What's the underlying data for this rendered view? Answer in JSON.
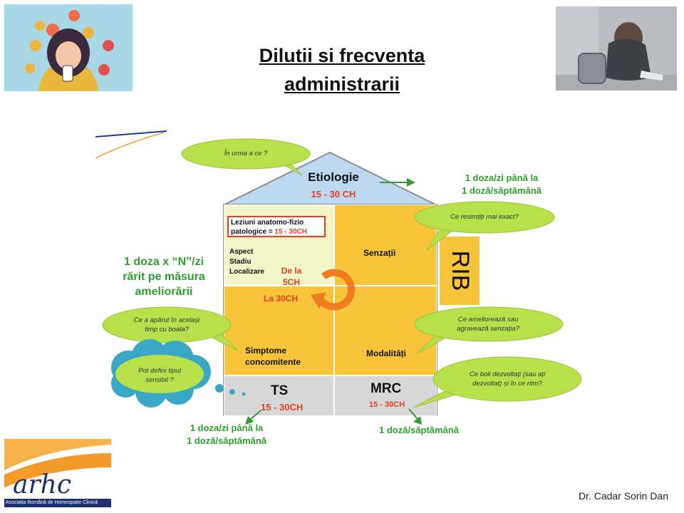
{
  "title": {
    "line1": "Dilutii si frecventa",
    "line2": "administrarii"
  },
  "roof": {
    "label": "Etiologie",
    "dose": "15 - 30 CH"
  },
  "cells": {
    "lesions_box_line1": "Leziuni anatomo-fizio",
    "lesions_box_line2_prefix": "patologice = ",
    "lesions_box_line2_value": "15 - 30CH",
    "aspect_lines": [
      "Aspect",
      "Stadiu",
      "Localizare"
    ],
    "from_label_line1": "De la",
    "from_label_line2": "5CH",
    "to_label": "La 30CH",
    "sensations": "Senzații",
    "symptoms_line1": "Simptome",
    "symptoms_line2": "concomitente",
    "modalities": "Modalități"
  },
  "bottom": {
    "ts_label": "TS",
    "ts_dose": "15 - 30CH",
    "mrc_label": "MRC",
    "mrc_dose": "15 - 30CH"
  },
  "side_label": "RIB",
  "frequency_notes": {
    "top_right_line1": "1 doza/zi până la",
    "top_right_line2": "1 doză/săptămână",
    "left_line1": "1 doza x “N”/zi",
    "left_line2": "rărit pe măsura",
    "left_line3": "ameliorării",
    "bottom_left_line1": "1 doza/zi până la",
    "bottom_left_line2": "1 doză/săptămână",
    "bottom_right": "1 doză/săptămână"
  },
  "bubbles": {
    "etiology_question": "În urma a ce ?",
    "sensation_question": "Ce resimțiți mai exact?",
    "symptoms_question_line1": "Ce a apărut în același",
    "symptoms_question_line2": "timp cu boala?",
    "modalities_question_line1": "Ce ameliorează sau",
    "modalities_question_line2": "agravează senzația?",
    "sensible_question_line1": "Pot defini tipul",
    "sensible_question_line2": "sensibil ?",
    "mrc_question_line1": "Ce boli dezvoltați (sau ați",
    "mrc_question_line2": "dezvoltat) și în ce ritm?"
  },
  "logo": {
    "text": "arhc",
    "tagline": "Asociația Română de Homeopatie Clinică"
  },
  "author": "Dr. Cadar Sorin Dan",
  "colors": {
    "roof": "#bcd7f0",
    "lesion_cell": "#f2f5c8",
    "yellow_cell": "#f8c53a",
    "bottom_cell": "#d7d7d7",
    "bubble_green": "#b8e04a",
    "note_green": "#2e9e2e",
    "accent_red": "#e2401f",
    "arrow_orange": "#ef7d20",
    "cloud_blue": "#3ba7c7"
  },
  "icons": [
    "social-media-girl-illustration",
    "sad-student-photo",
    "refresh-cycle-icon",
    "arrow-right-icon",
    "arrow-down-left-icon",
    "arrow-down-right-icon"
  ]
}
